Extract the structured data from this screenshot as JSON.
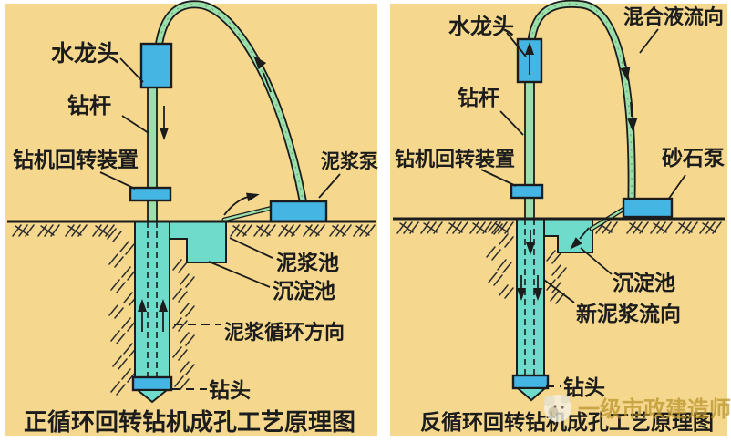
{
  "panels": {
    "left": {
      "caption": "正循环回转钻机成孔工艺原理图",
      "labels": {
        "swivel": "水龙头",
        "drill_rod": "钻杆",
        "rotary_device": "钻机回转装置",
        "mud_pump": "泥浆泵",
        "mud_pool": "泥浆池",
        "sedimentation_pool": "沉淀池",
        "circulation_direction": "泥浆循环方向",
        "drill_bit": "钻头"
      }
    },
    "right": {
      "caption": "反循环回转钻机成孔工艺原理图",
      "labels": {
        "swivel": "水龙头",
        "mixture_flow": "混合液流向",
        "drill_rod": "钻杆",
        "rotary_device": "钻机回转装置",
        "sand_pump": "砂石泵",
        "sedimentation_pool": "沉淀池",
        "new_mud_flow": "新泥浆流向",
        "drill_bit": "钻头"
      }
    }
  },
  "watermark": {
    "text": "一级市政建造师",
    "icon": "mascot-logo-icon"
  },
  "colors": {
    "bg": "#F5D88E",
    "water": "#6FDBCA",
    "equip": "#45B5E4",
    "hose": "#9BDFAA",
    "ink": "#1C1C1C",
    "wm": "#B8922A"
  }
}
